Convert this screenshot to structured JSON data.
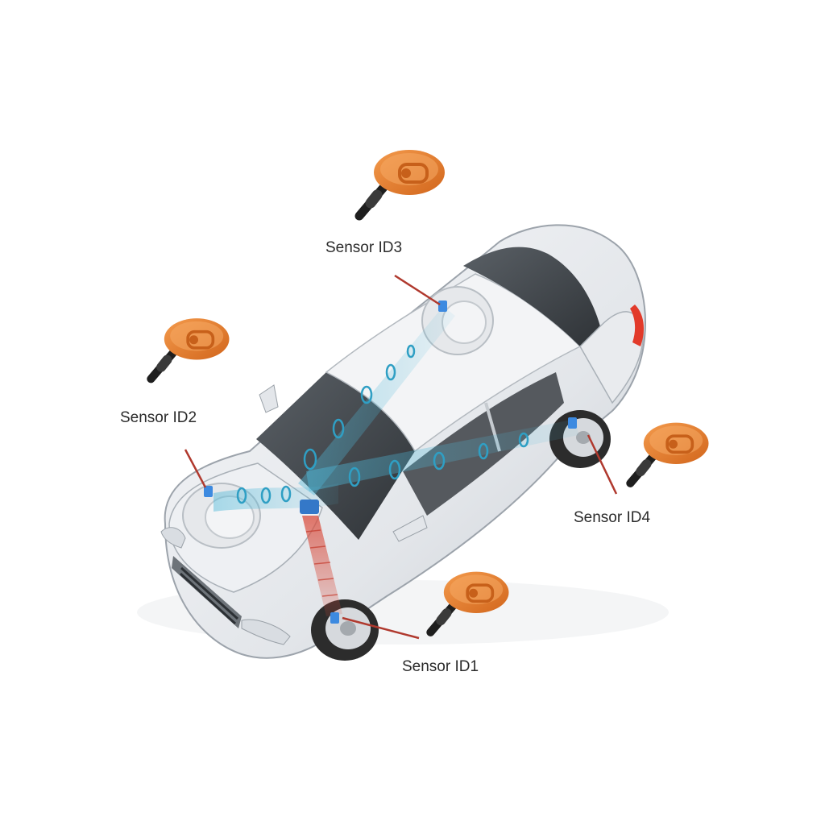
{
  "diagram": {
    "sensors": [
      {
        "id": "id1",
        "label": "Sensor ID1"
      },
      {
        "id": "id2",
        "label": "Sensor ID2"
      },
      {
        "id": "id3",
        "label": "Sensor ID3"
      },
      {
        "id": "id4",
        "label": "Sensor ID4"
      }
    ],
    "colors": {
      "sensor_body": "#e8792a",
      "valve_stem": "#1e1e1e",
      "leader_line": "#b0392e",
      "signal_wave": "#4fb8d8",
      "receiver_beam": "#d94a3a",
      "car_body": "#e6e8ec",
      "glass": "#3f4448"
    }
  }
}
